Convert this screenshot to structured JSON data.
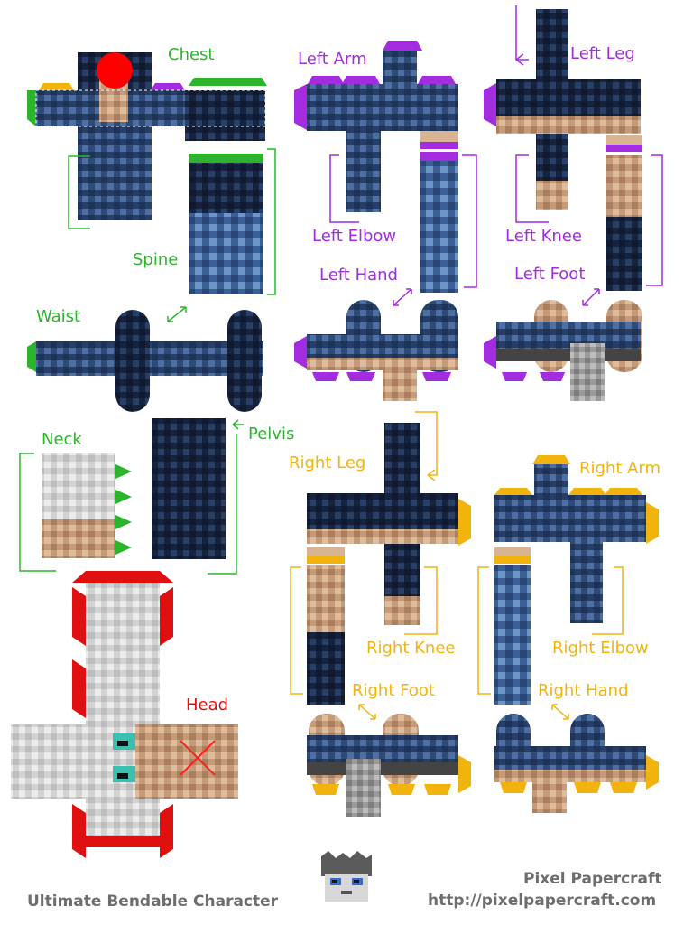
{
  "colors": {
    "green": "#2cb52c",
    "purple": "#a32ce0",
    "orange": "#f2b40c",
    "red": "#e01010",
    "shirt_dark": "#14223f",
    "shirt_mid": "#2d4a78",
    "shirt_light": "#5b82b8",
    "skin_light": "#d9b493",
    "skin_dark": "#8a6146",
    "hair_light": "#e6e6e6",
    "hair_dark": "#9a9a9a",
    "eyes": "#3bbfb0"
  },
  "labels": {
    "chest": "Chest",
    "spine": "Spine",
    "waist": "Waist",
    "neck": "Neck",
    "pelvis": "Pelvis",
    "head": "Head",
    "left_arm": "Left Arm",
    "left_elbow": "Left Elbow",
    "left_hand": "Left Hand",
    "left_leg": "Left Leg",
    "left_knee": "Left Knee",
    "left_foot": "Left Foot",
    "right_leg": "Right Leg",
    "right_knee": "Right Knee",
    "right_foot": "Right Foot",
    "right_arm": "Right Arm",
    "right_elbow": "Right Elbow",
    "right_hand": "Right Hand"
  },
  "footer": {
    "title": "Ultimate Bendable Character",
    "brand": "Pixel Papercraft",
    "url": "http://pixelpapercraft.com"
  }
}
